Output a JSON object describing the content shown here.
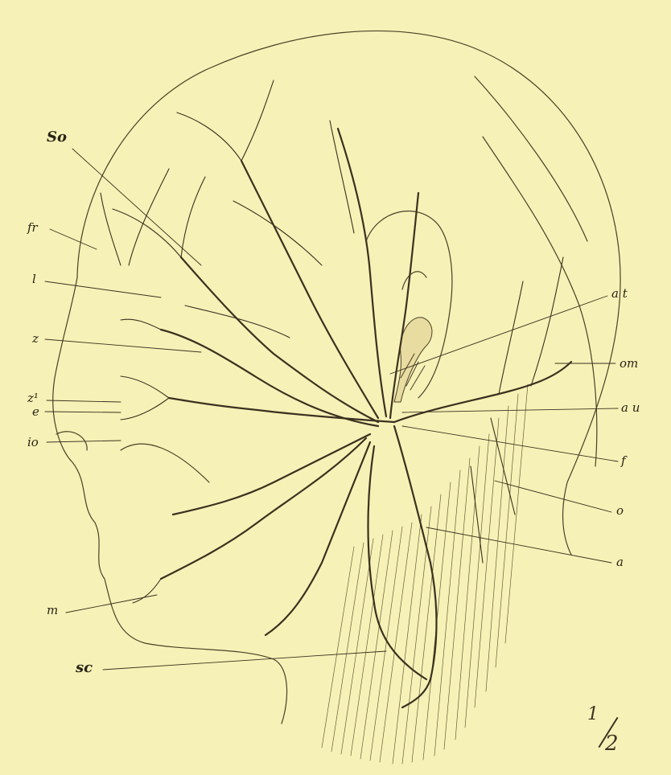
{
  "figure": {
    "labels": {
      "so": "So",
      "fr": "fr",
      "l": "l",
      "z": "z",
      "z1": "z¹",
      "e": "e",
      "io": "io",
      "m": "m",
      "sc": "sc",
      "at": "a t",
      "om": "om",
      "au": "a u",
      "f": "f",
      "o": "o",
      "a": "a"
    },
    "scale": {
      "numerator": "1",
      "denominator": "2"
    }
  },
  "colors": {
    "paper": "#f6f1b6",
    "ink": "#2a2417",
    "nerve": "#3a3120"
  }
}
